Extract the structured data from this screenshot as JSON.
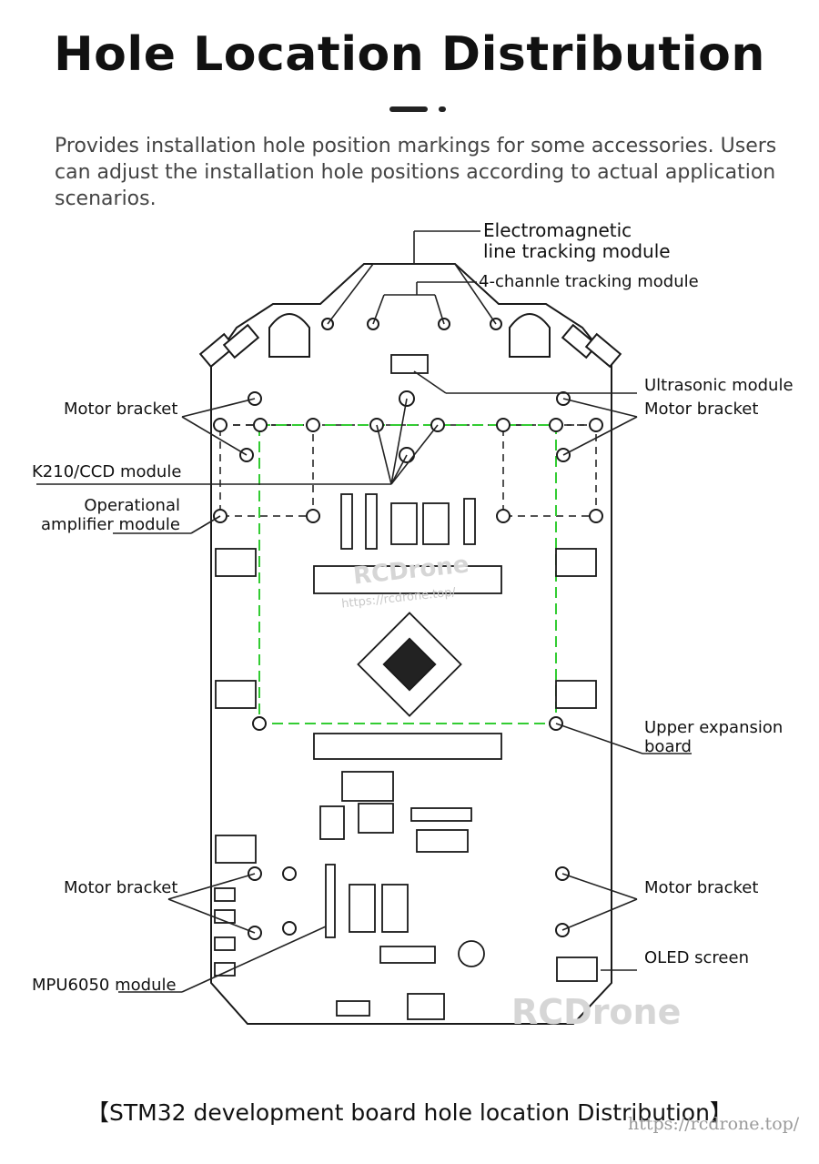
{
  "header": {
    "title": "Hole Location Distribution",
    "description": "Provides installation hole position markings for some accessories. Users can adjust the installation hole positions according to actual application scenarios."
  },
  "callouts": {
    "electromagnetic": "Electromagnetic line tracking module",
    "electromagnetic_line1": "Electromagnetic",
    "electromagnetic_line2": "line tracking module",
    "four_channel": "4-channle tracking module",
    "ultrasonic": "Ultrasonic module",
    "motor_bracket_tl": "Motor bracket",
    "motor_bracket_tr": "Motor bracket",
    "k210": "K210/CCD module",
    "opamp_line1": "Operational",
    "opamp_line2": "amplifier module",
    "upper_exp_line1": "Upper expansion",
    "upper_exp_line2": "board",
    "motor_bracket_bl": "Motor bracket",
    "motor_bracket_br": "Motor bracket",
    "oled": "OLED screen",
    "mpu6050": "MPU6050 module"
  },
  "watermarks": {
    "brand_center": "RCDrone",
    "url_center": "https://rcdrone.top/",
    "brand_bottom": "RCDrone"
  },
  "footer": {
    "caption": "【STM32 development board hole location Distribution】",
    "url": "https://rcdrone.top/"
  },
  "colors": {
    "board_line": "#1a1a1a",
    "green_zone": "#33cc33",
    "leader_line": "#222222"
  }
}
